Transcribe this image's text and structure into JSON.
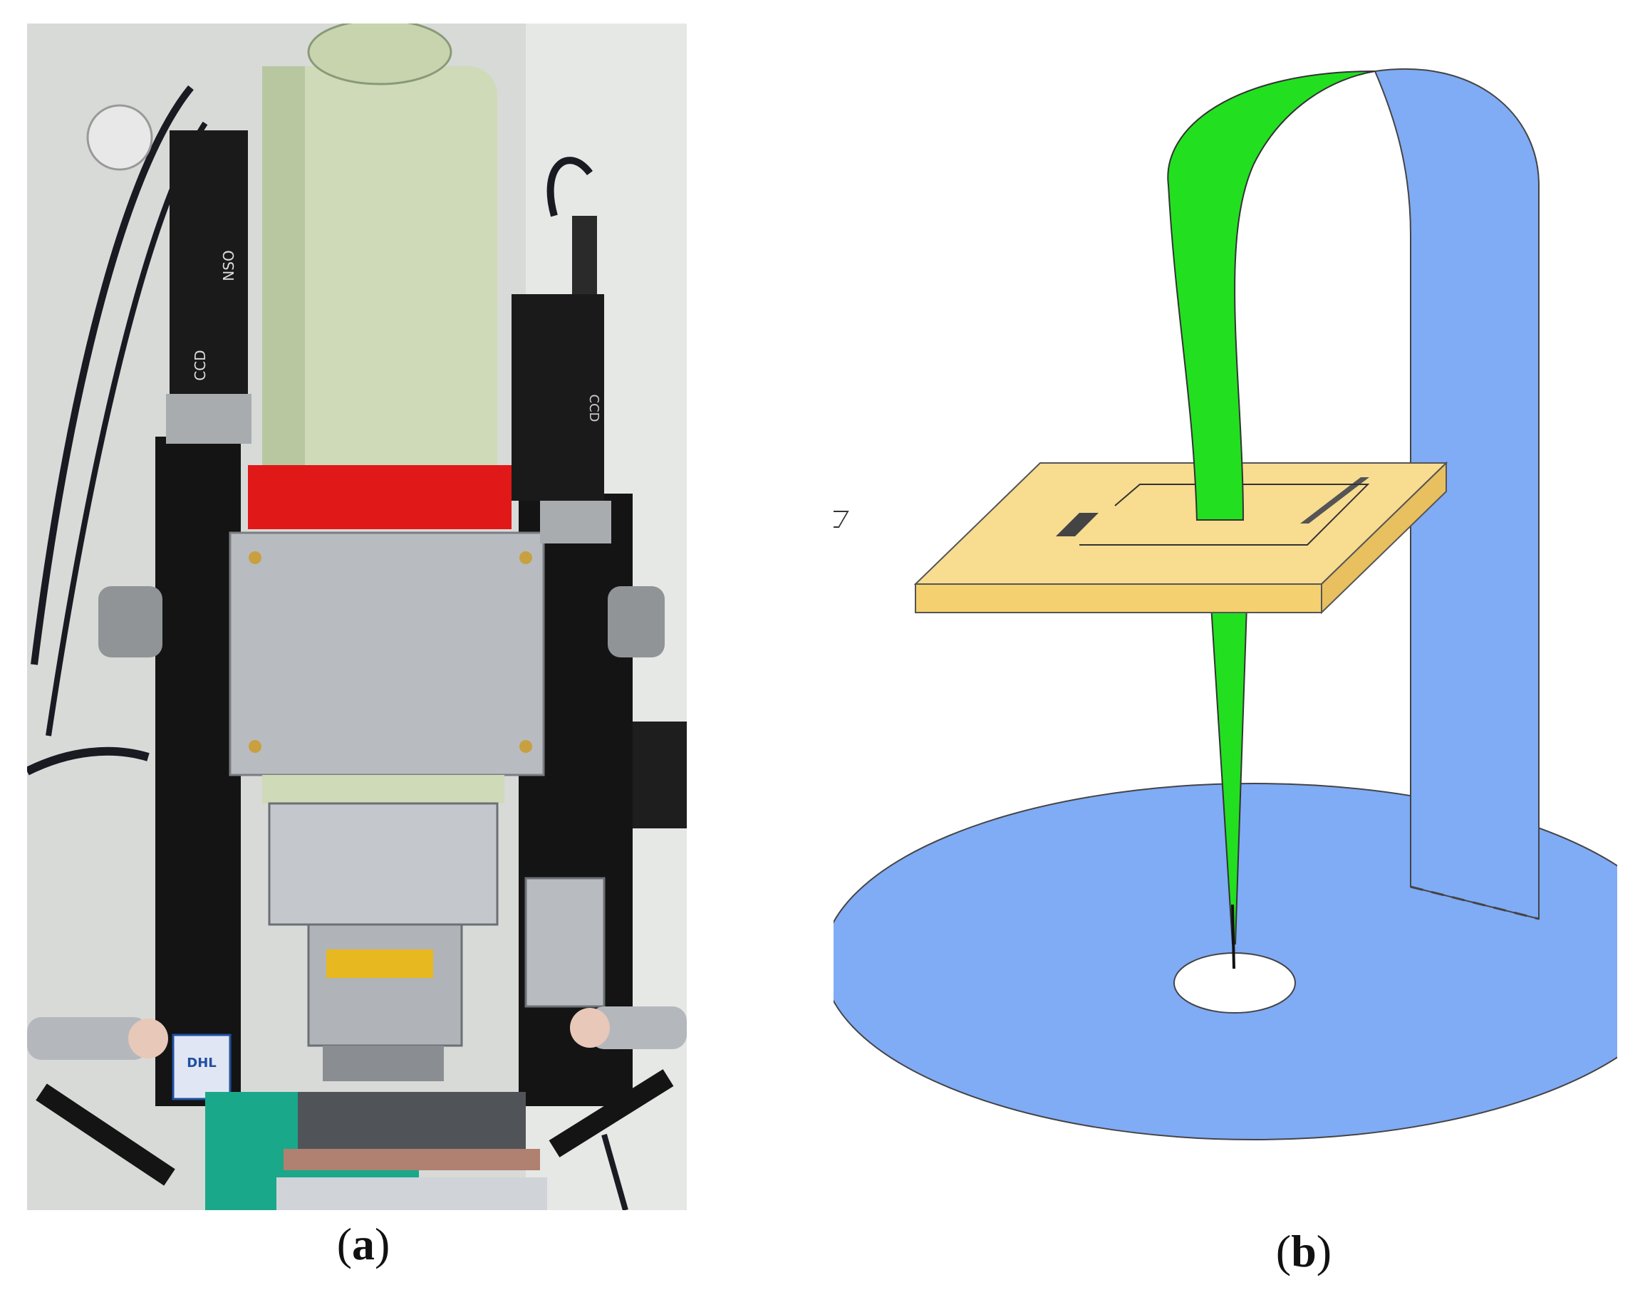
{
  "panels": {
    "a": {
      "caption_open": "(",
      "caption_letter": "a",
      "caption_close": ")",
      "photo_labels": {
        "camera_left": "CCD",
        "camera_right": "CCD",
        "brand_left": "NSO",
        "badge": "DHL"
      }
    },
    "b": {
      "caption_open": "(",
      "caption_letter": "b",
      "caption_close": ")"
    }
  },
  "colors": {
    "beam_green": "#22e020",
    "stand_blue": "#80abf5",
    "board_yellow": "#f8dc90",
    "metal": "#b8bcc0",
    "red_band": "#e01818",
    "frame_black": "#141414",
    "tube_green": "#cfdab8"
  }
}
